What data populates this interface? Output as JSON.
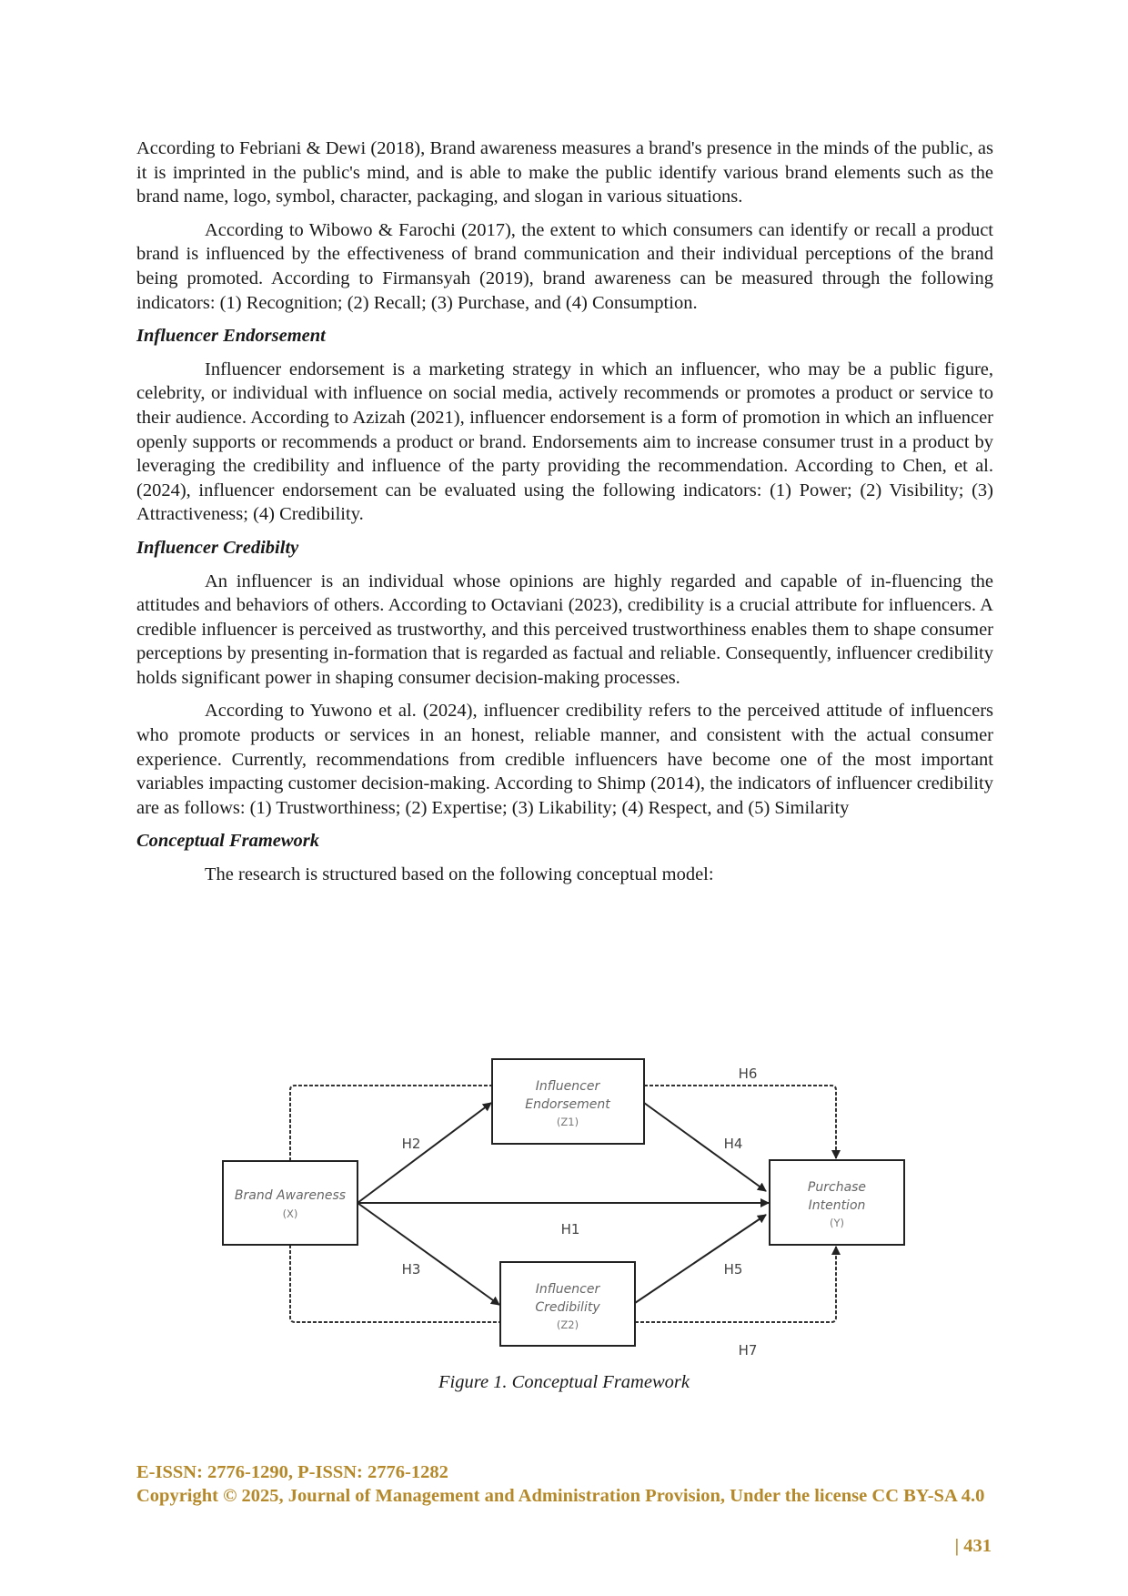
{
  "paragraphs": {
    "p1": "According to Febriani & Dewi (2018), Brand awareness measures a brand's presence in the minds of the public, as it is imprinted in the public's mind, and is able to make the public identify various brand elements such as the brand name, logo, symbol, character, packaging, and slogan in various situations.",
    "p2": "According to Wibowo & Farochi (2017), the extent to which consumers can identify or recall a product brand is influenced by the effectiveness of brand communication and their individual perceptions of the brand being promoted. According to Firmansyah (2019), brand awareness can be measured through the following indicators: (1) Recognition; (2) Recall; (3) Purchase, and (4) Consumption.",
    "h_endorsement": "Influencer Endorsement",
    "p3": "Influencer endorsement is a marketing strategy in which an influencer, who may be a public figure, celebrity, or individual with influence on social media, actively recommends or promotes a product or service to their audience.  According to Azizah (2021), influencer endorsement is a form of promotion in which an influencer openly supports or recommends a product or brand. Endorsements aim to increase consumer trust in a product by leveraging the credibility and influence of the party providing the recommendation. According to Chen, et al. (2024), influencer endorsement can be evaluated using the following indicators: (1) Power; (2) Visibility; (3) Attractiveness; (4) Credibility.",
    "h_credibility": "Influencer Credibilty",
    "p4": "An influencer is an individual whose opinions are highly regarded and capable of in-fluencing the attitudes and behaviors of others. According to Octaviani (2023), credibility is a crucial attribute for influencers. A credible influencer is perceived as trustworthy, and this perceived trustworthiness enables them to shape consumer perceptions by presenting in-formation that is regarded as factual and reliable. Consequently, influencer credibility holds significant power in shaping consumer decision-making processes.",
    "p5": "According to Yuwono et al. (2024), influencer credibility refers to the perceived attitude of influencers who promote products or services in an honest, reliable manner, and consistent with the actual consumer experience. Currently, recommendations from credible influencers have become one of the most important variables impacting customer decision-making. According to Shimp (2014), the indicators of influencer credibility are as follows: (1) Trustworthiness; (2) Expertise; (3) Likability; (4) Respect, and (5) Similarity",
    "h_framework": "Conceptual Framework",
    "p6": "The research is structured based on the following conceptual model:"
  },
  "diagram": {
    "nodes": {
      "x": {
        "line1": "Brand Awareness",
        "code": "(X)"
      },
      "z1": {
        "line1": "Influencer",
        "line2": "Endorsement",
        "code": "(Z1)"
      },
      "z2": {
        "line1": "Influencer",
        "line2": "Credibility",
        "code": "(Z2)"
      },
      "y": {
        "line1": "Purchase",
        "line2": "Intention",
        "code": "(Y)"
      }
    },
    "hypotheses": {
      "h1": "H1",
      "h2": "H2",
      "h3": "H3",
      "h4": "H4",
      "h5": "H5",
      "h6": "H6",
      "h7": "H7"
    },
    "colors": {
      "line": "#222222",
      "text": "#666666"
    }
  },
  "caption": "Figure 1. Conceptual Framework",
  "footer": {
    "issn": "E-ISSN: 2776-1290, P-ISSN: 2776-1282",
    "copyright": "Copyright © 2025, Journal of Management and Administration Provision, Under the license CC BY-SA 4.0",
    "page": "| 431",
    "color": "#b5892a"
  }
}
